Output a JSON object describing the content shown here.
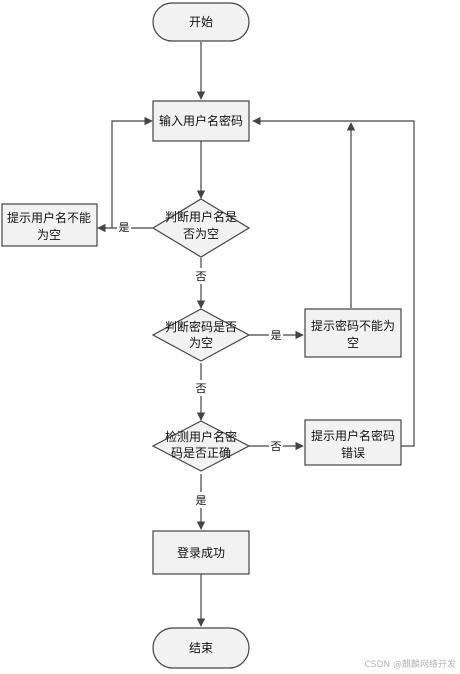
{
  "flowchart": {
    "start": "开始",
    "input": "输入用户名密码",
    "check_user": [
      "判断用户名是",
      "否为空"
    ],
    "prompt_user": [
      "提示用户名不能",
      "为空"
    ],
    "check_pwd": [
      "判断密码是否",
      "为空"
    ],
    "prompt_pwd": [
      "提示密码不能为",
      "空"
    ],
    "verify": [
      "检测用户名密",
      "码是否正确"
    ],
    "prompt_wrong": [
      "提示用户名密码",
      "错误"
    ],
    "success": "登录成功",
    "end": "结束"
  },
  "edge_labels": {
    "user_yes": "是",
    "user_no": "否",
    "pwd_yes": "是",
    "pwd_no": "否",
    "verify_no": "否",
    "verify_yes": "是"
  },
  "watermark": "CSDN @麒麟网络开发",
  "colors": {
    "terminal_fill": "#f2f2f2",
    "box_fill": "#f2f2f2",
    "stroke": "#444444"
  }
}
